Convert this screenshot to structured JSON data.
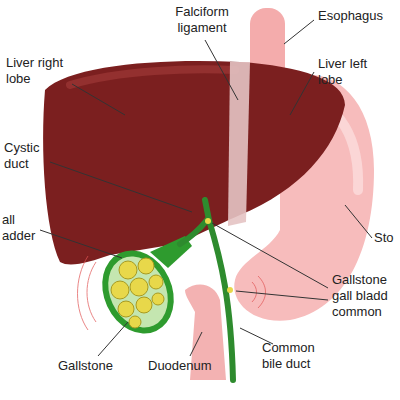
{
  "diagram": {
    "labels": [
      "Liver right lobe",
      "Falciform ligament",
      "Esophagus",
      "Liver left lobe",
      "Cystic duct",
      "all adder",
      "Sto",
      "Gallstone gall bladd common",
      "Gallstone",
      "Duodenum",
      "Common bile duct"
    ]
  }
}
